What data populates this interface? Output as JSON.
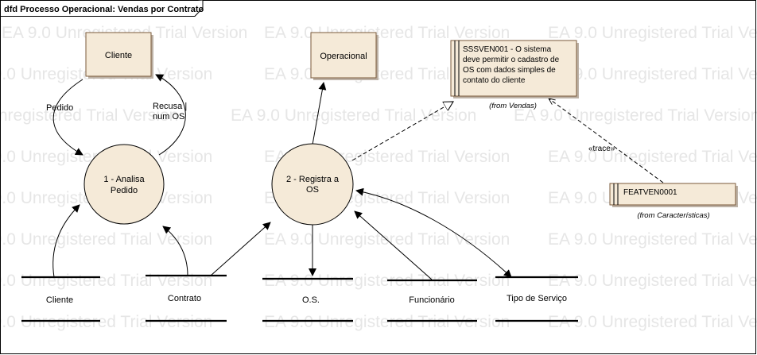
{
  "diagram": {
    "title": "dfd Processo Operacional: Vendas por Contrato",
    "watermark": "EA 9.0 Unregistered Trial Version"
  },
  "entities": {
    "cliente": "Cliente",
    "operacional": "Operacional"
  },
  "processes": {
    "p1": [
      "1 - Analisa",
      "Pedido"
    ],
    "p2": [
      "2 - Registra a",
      "OS"
    ]
  },
  "flows": {
    "pedido": "Pedido",
    "recusa": [
      "Recusa |",
      "num OS"
    ]
  },
  "stores": {
    "cliente": "Cliente",
    "contrato": "Contrato",
    "os": "O.S.",
    "funcionario": "Funcionário",
    "tipo_servico": "Tipo de Serviço"
  },
  "requirement": {
    "lines": [
      "SSSVEN001 - O sistema",
      "deve permitir o cadastro de",
      "OS com dados simples de",
      "contato do cliente"
    ],
    "from": "(from Vendas)"
  },
  "feature": {
    "name": "FEATVEN0001",
    "from": "(from Características)"
  },
  "trace_label": "«trace»"
}
